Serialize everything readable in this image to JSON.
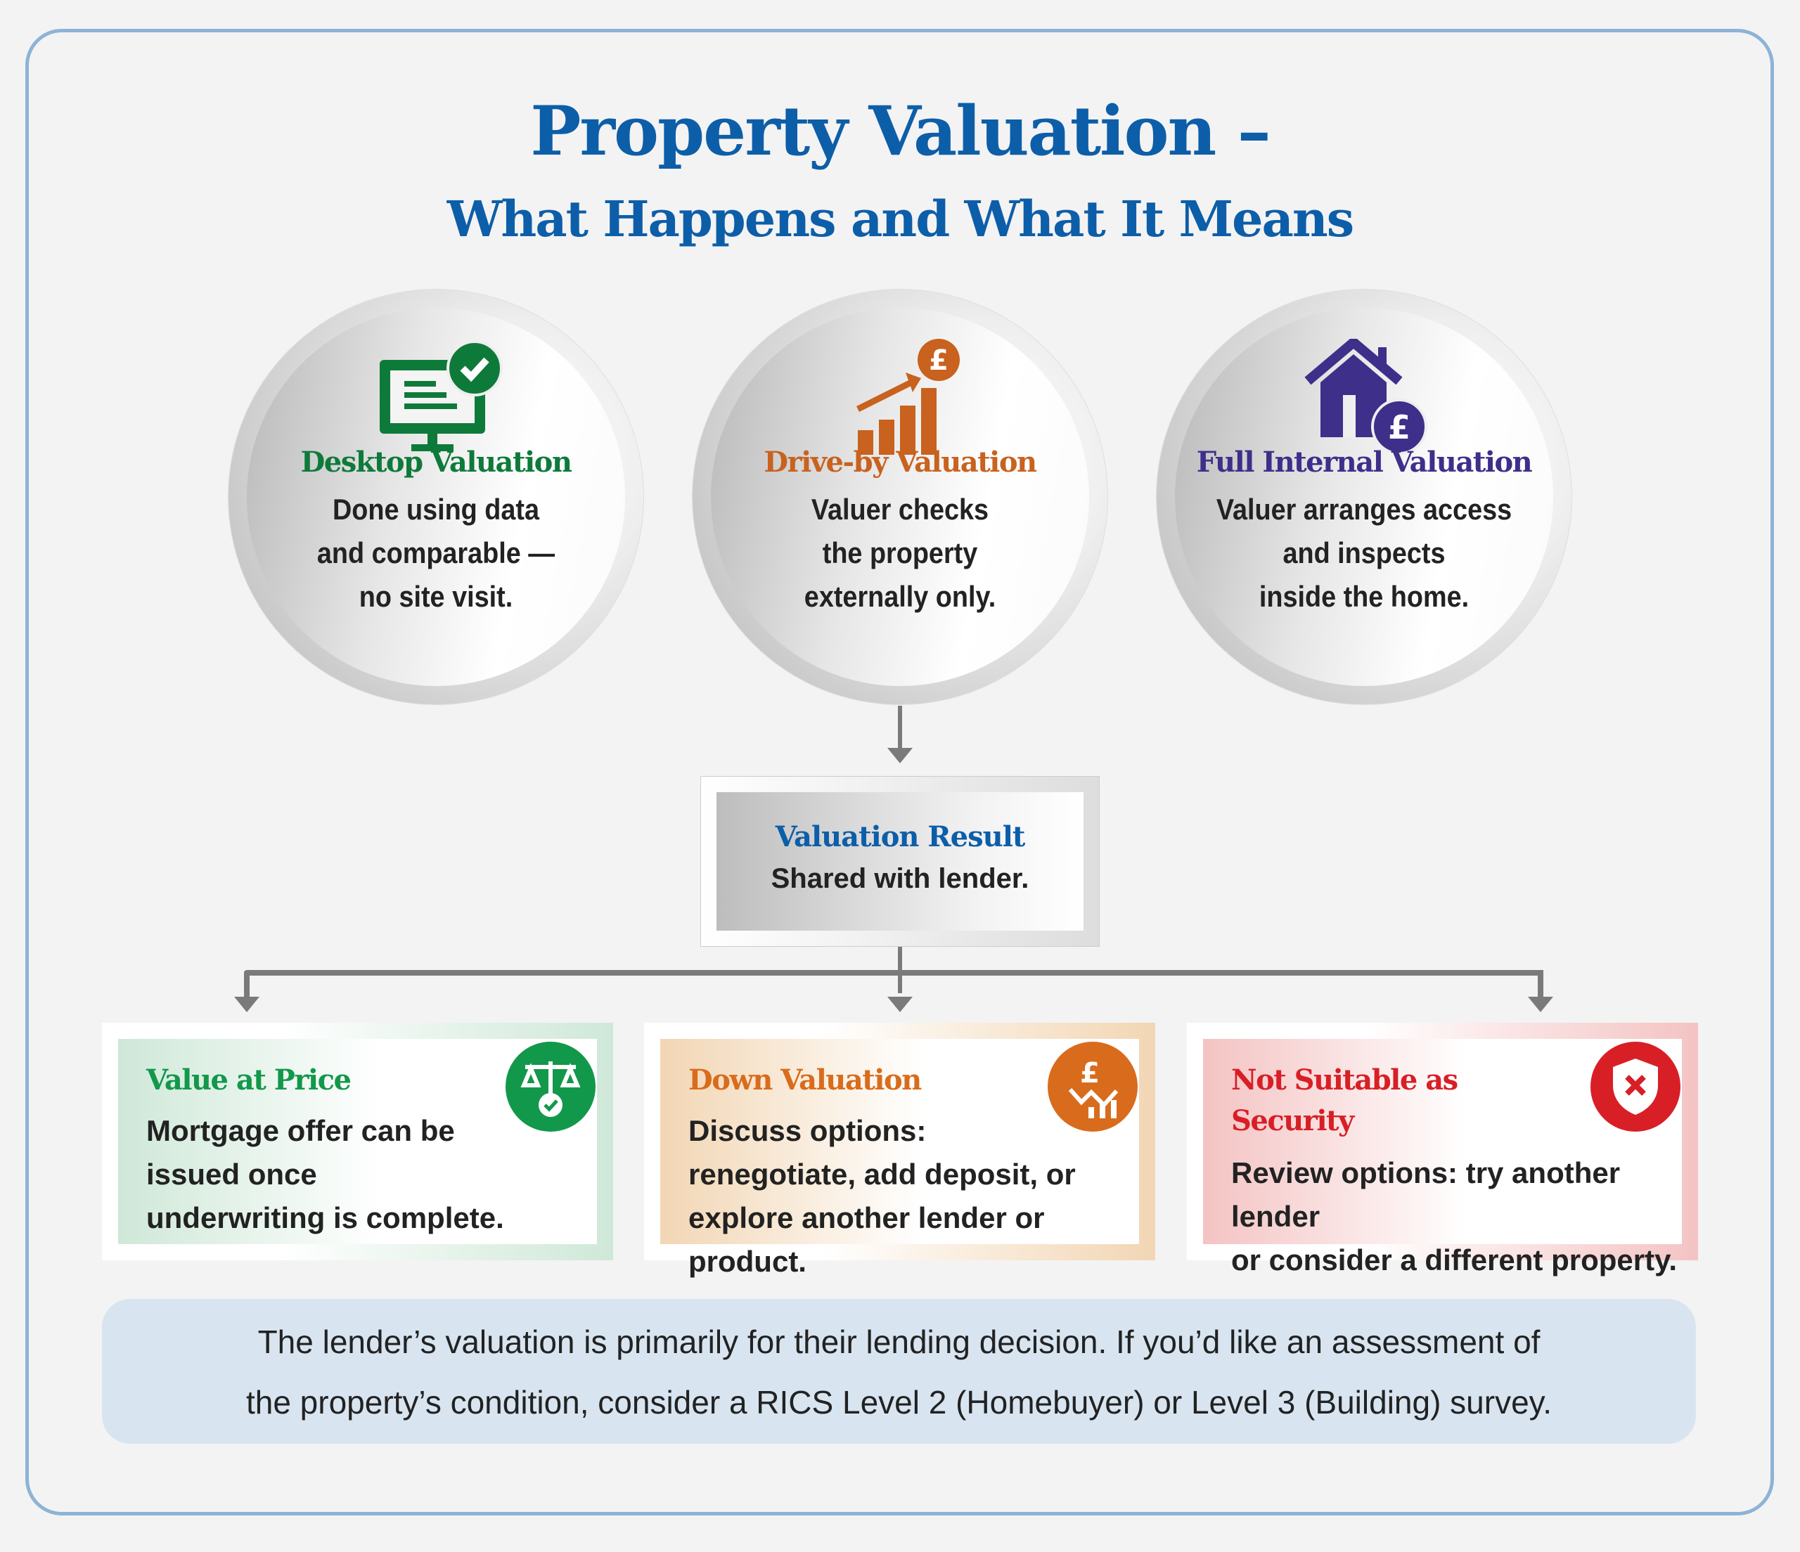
{
  "title": {
    "line1": "Property Valuation –",
    "line2": "What Happens and What It Means"
  },
  "valuation_types": [
    {
      "title": "Desktop Valuation",
      "lines": [
        "Done using data",
        "and comparable —",
        "no site visit."
      ],
      "color": "#0e7a3a",
      "icon": "monitor-check-icon"
    },
    {
      "title": "Drive-by Valuation",
      "lines": [
        "Valuer checks",
        "the property",
        "externally only."
      ],
      "color": "#c8621e",
      "icon": "rising-chart-pound-icon"
    },
    {
      "title": "Full Internal Valuation",
      "lines": [
        "Valuer arranges access",
        "and inspects",
        "inside the home."
      ],
      "color": "#3d2f8a",
      "icon": "house-pound-icon"
    }
  ],
  "result": {
    "title": "Valuation Result",
    "body": "Shared with lender."
  },
  "outcomes": [
    {
      "title": "Value at Price",
      "lines": [
        "Mortgage offer can be",
        "issued once",
        "underwriting is complete."
      ],
      "color": "#12984a",
      "tint": "#cfe8d8",
      "icon": "scales-check-icon"
    },
    {
      "title": "Down Valuation",
      "lines": [
        "Discuss options:",
        "renegotiate, add deposit, or",
        "explore another lender or product."
      ],
      "color": "#d96c1c",
      "tint": "#f2d6b4",
      "icon": "pound-down-chart-icon"
    },
    {
      "title": "Not Suitable as Security",
      "lines": [
        "Review options: try another lender",
        "or consider a different property."
      ],
      "color": "#d81f26",
      "tint": "#f4c3c3",
      "icon": "shield-x-icon"
    }
  ],
  "note": {
    "line1": "The lender’s valuation is primarily for their lending decision. If you’d like an assessment of",
    "line2": "the property’s condition, consider a RICS Level 2 (Homebuyer) or Level 3 (Building) survey."
  }
}
